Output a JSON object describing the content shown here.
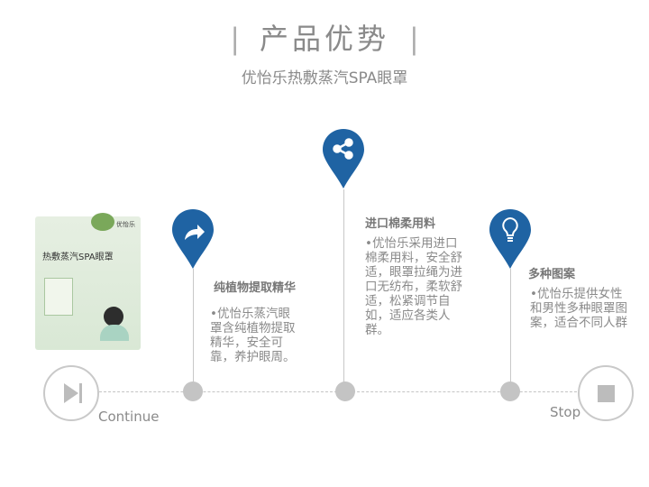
{
  "header": {
    "title": "产品优势",
    "subtitle": "优怡乐热敷蒸汽SPA眼罩"
  },
  "product": {
    "brand": "优怡乐",
    "name": "热敷蒸汽SPA眼罩"
  },
  "features": [
    {
      "icon": "share-arrow-icon",
      "heading": "纯植物提取精华",
      "body": "•优怡乐蒸汽眼罩含纯植物提取精华，安全可靠，养护眼周。"
    },
    {
      "icon": "share-icon",
      "heading": "进口棉柔用料",
      "body": "•优怡乐采用进口棉柔用料，安全舒适，眼罩拉绳为进口无纺布，柔软舒适，松紧调节自如，适应各类人群。"
    },
    {
      "icon": "lightbulb-icon",
      "heading": "多种图案",
      "body": "•优怡乐提供女性和男性多种眼罩图案，适合不同人群"
    }
  ],
  "controls": {
    "continue": "Continue",
    "stop": "Stop"
  },
  "colors": {
    "accent": "#1f63a3"
  }
}
